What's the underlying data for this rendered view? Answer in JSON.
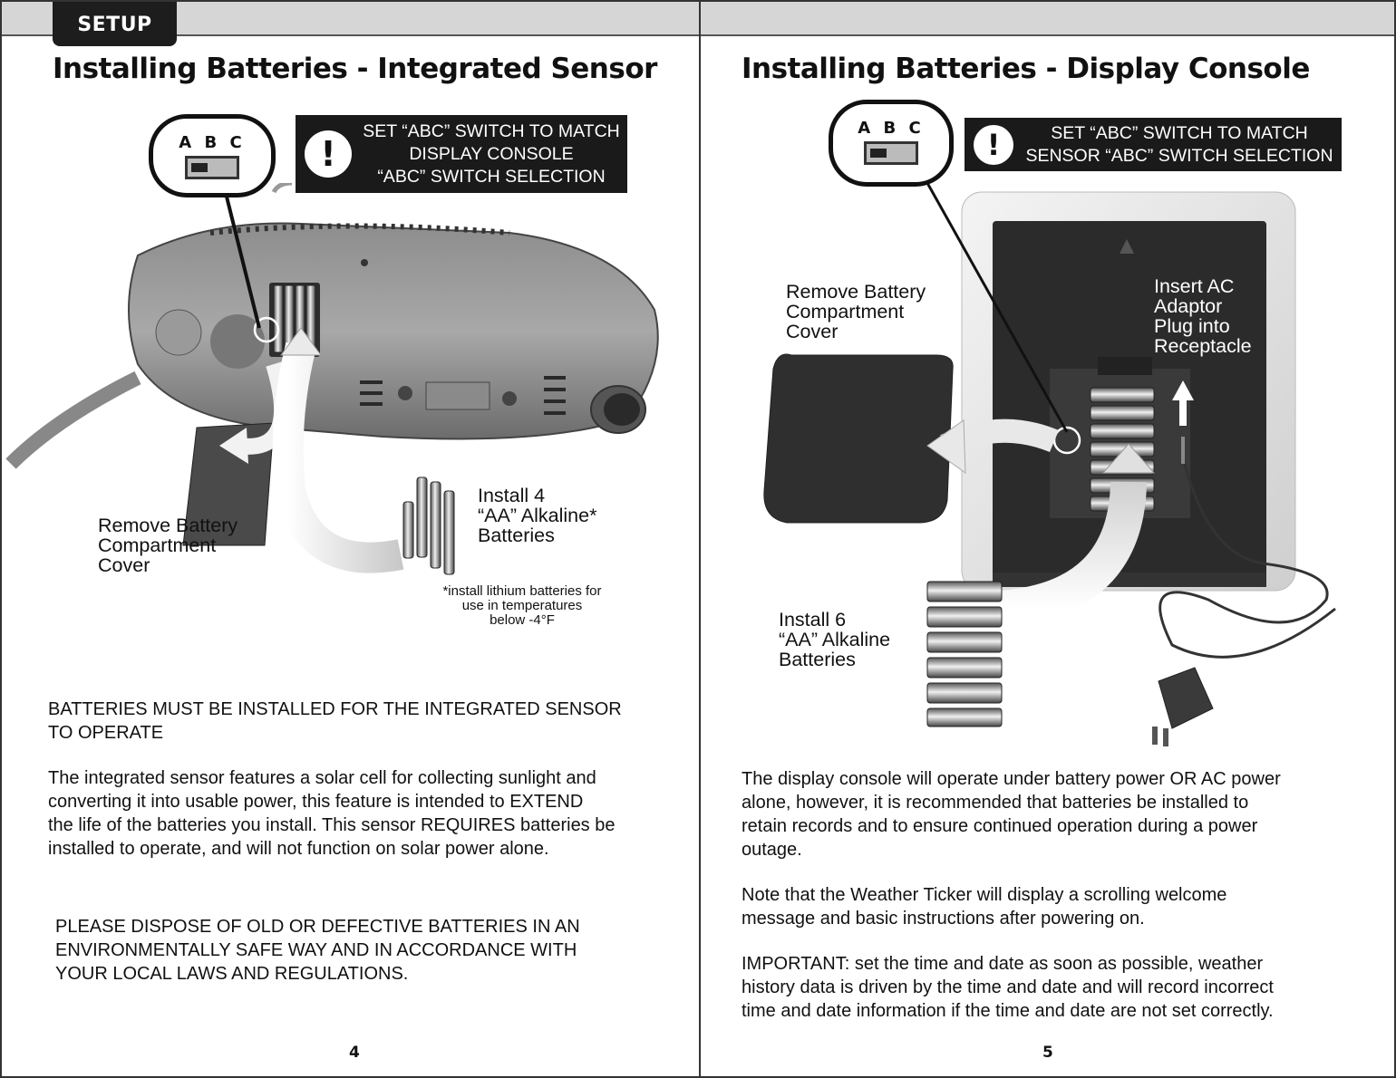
{
  "left_page": {
    "tab_label": "SETUP",
    "title": "Installing Batteries - Integrated Sensor",
    "switch_label": "A B C",
    "notice_lines": [
      "SET “ABC” SWITCH TO MATCH",
      "DISPLAY CONSOLE",
      "“ABC” SWITCH SELECTION"
    ],
    "label_remove": [
      "Remove Battery",
      "Compartment",
      "Cover"
    ],
    "label_install": [
      "Install 4",
      "“AA” Alkaline*",
      "Batteries"
    ],
    "footnote": [
      "*install lithium batteries for",
      "use in temperatures",
      "below -4°F"
    ],
    "heading_lines": [
      "BATTERIES MUST BE INSTALLED FOR THE INTEGRATED SENSOR",
      "TO OPERATE"
    ],
    "paragraph_lines": [
      "The integrated sensor features a solar cell for collecting sunlight and",
      "converting it into usable power, this feature is intended to EXTEND",
      "the life of the batteries you install. This sensor REQUIRES batteries be",
      "installed to operate, and will not function on solar power alone."
    ],
    "dispose_lines": [
      "PLEASE DISPOSE OF OLD OR DEFECTIVE BATTERIES IN AN",
      "ENVIRONMENTALLY SAFE WAY AND IN ACCORDANCE WITH",
      "YOUR LOCAL LAWS AND REGULATIONS."
    ],
    "page_number": "4"
  },
  "right_page": {
    "title": "Installing Batteries - Display Console",
    "switch_label": "A B C",
    "notice_lines": [
      "SET “ABC” SWITCH TO MATCH",
      "SENSOR “ABC” SWITCH SELECTION"
    ],
    "label_remove": [
      "Remove Battery",
      "Compartment",
      "Cover"
    ],
    "label_ac": [
      "Insert AC",
      "Adaptor",
      "Plug into",
      "Receptacle"
    ],
    "label_install": [
      "Install 6",
      "“AA” Alkaline",
      "Batteries"
    ],
    "para1_lines": [
      "The display console will operate under battery power OR AC power",
      "alone, however, it is recommended that batteries be installed to",
      "retain records and to ensure continued operation during a power",
      "outage."
    ],
    "para2_lines": [
      "Note that the Weather Ticker will display a scrolling welcome",
      "message and basic instructions after powering on."
    ],
    "para3_lines": [
      "IMPORTANT: set the time and date as soon as possible, weather",
      "history data is driven by the time and date and will record incorrect",
      "time and date information if the time and date are not set correctly."
    ],
    "page_number": "5"
  }
}
